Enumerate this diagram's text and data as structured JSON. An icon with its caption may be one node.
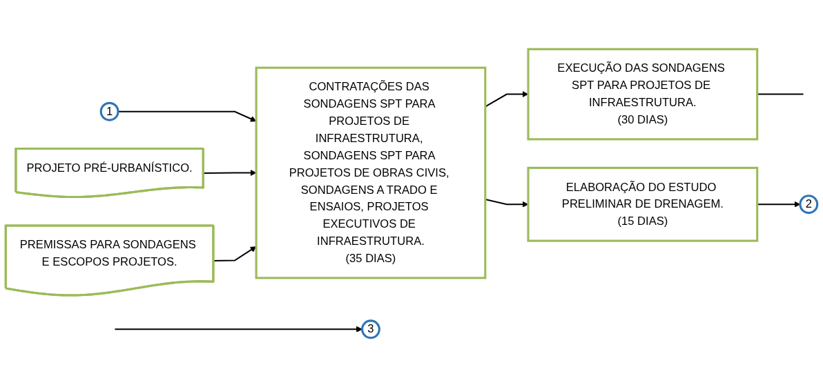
{
  "diagram": {
    "nodes": [
      {
        "text": [
          "1"
        ]
      },
      {
        "text": [
          "PROJETO PRÉ-URBANÍSTICO."
        ]
      },
      {
        "text": [
          "PREMISSAS PARA SONDAGENS E ESCOPOS PROJETOS."
        ]
      },
      {
        "text": [
          "CONTRATAÇÕES DAS SONDAGENS SPT PARA PROJETOS DE INFRAESTRUTURA, SONDAGENS SPT PARA PROJETOS DE OBRAS CIVIS, SONDAGENS A TRADO E ENSAIOS, PROJETOS EXECUTIVOS DE INFRAESTRUTURA.",
          "(35 DIAS)"
        ]
      },
      {
        "text": [
          "EXECUÇÃO DAS SONDAGENS SPT PARA PROJETOS DE INFRAESTRUTURA.",
          "(30 DIAS)"
        ]
      },
      {
        "text": [
          "ELABORAÇÃO DO ESTUDO PRELIMINAR DE DRENAGEM.",
          "(15 DIAS)"
        ]
      },
      {
        "text": [
          "2"
        ]
      },
      {
        "text": [
          "3"
        ]
      }
    ],
    "edges": [
      {
        "from": 0,
        "to": 3,
        "arrow": "to"
      },
      {
        "from": 1,
        "to": 3,
        "arrow": "to"
      },
      {
        "from": 2,
        "to": 3,
        "arrow": "to"
      },
      {
        "from": 3,
        "to": 4,
        "arrow": "to"
      },
      {
        "from": 3,
        "to": 5,
        "arrow": "to"
      },
      {
        "from": 5,
        "to": 6,
        "arrow": "to"
      },
      {
        "from": 4,
        "to": null,
        "arrow": "none"
      },
      {
        "from": null,
        "to": 7,
        "arrow": "to"
      }
    ]
  }
}
